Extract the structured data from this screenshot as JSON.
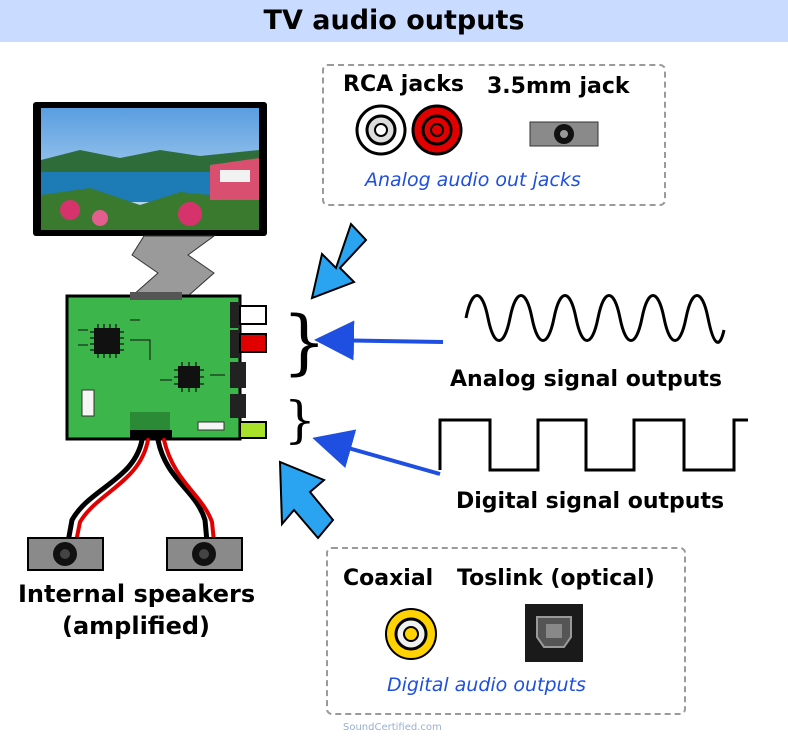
{
  "title": "TV audio outputs",
  "analog_box": {
    "rca_label": "RCA jacks",
    "jack35_label": "3.5mm jack",
    "caption": "Analog audio out jacks"
  },
  "digital_box": {
    "coax_label": "Coaxial",
    "toslink_label": "Toslink (optical)",
    "caption": "Digital audio outputs"
  },
  "signals": {
    "analog_label": "Analog signal outputs",
    "digital_label": "Digital signal outputs"
  },
  "speakers": {
    "label_line1": "Internal speakers",
    "label_line2": "(amplified)"
  },
  "credit": "SoundCertified.com",
  "colors": {
    "header_bg": "#c9dbff",
    "board_green": "#3cb54a",
    "arrow_blue": "#1f4fe0",
    "big_arrow_fill": "#2aa3f0",
    "rca_red": "#e00000",
    "coax_yellow": "#ffd200",
    "digital_jack_green": "#a8e02a"
  }
}
